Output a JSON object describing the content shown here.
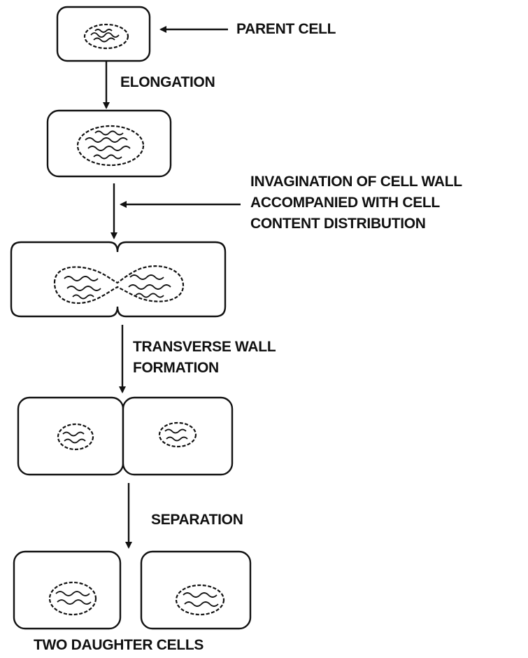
{
  "labels": {
    "parent_cell": "PARENT CELL",
    "elongation": "ELONGATION",
    "invagination_line1": "INVAGINATION OF CELL WALL",
    "invagination_line2": "ACCOMPANIED WITH CELL",
    "invagination_line3": "CONTENT DISTRIBUTION",
    "transverse_line1": "TRANSVERSE WALL",
    "transverse_line2": "FORMATION",
    "separation": "SEPARATION",
    "two_daughter_cells": "TWO DAUGHTER CELLS"
  },
  "colors": {
    "ink": "#111111",
    "background": "#ffffff"
  }
}
